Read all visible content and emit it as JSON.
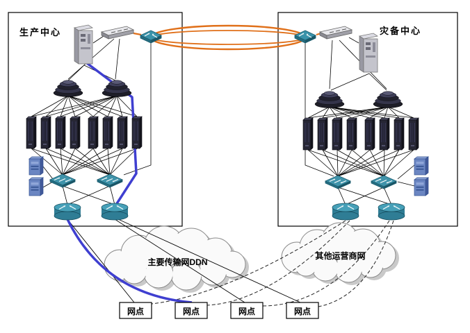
{
  "diagram": {
    "production_center": {
      "label": "生产中心"
    },
    "disaster_center": {
      "label": "灾备中心"
    },
    "clouds": {
      "ddn": {
        "label": "主要传输网DDN"
      },
      "other": {
        "label": "其他运营商网"
      }
    },
    "branches": [
      {
        "label": "网点"
      },
      {
        "label": "网点"
      },
      {
        "label": "网点"
      },
      {
        "label": "网点"
      }
    ],
    "icons": {
      "tape-library-icon": "grey-tower-cabinet",
      "core-switch-icon": "grey-3d-flat-box",
      "fiber-switch-icon": "teal-diamond-with-arrows",
      "disk-array-icon": "stacked-dark-disks",
      "server-icon": "dark-tower-server",
      "terminal-icon": "small-blue-cabinet",
      "access-switch-icon": "teal-flat-switch-arrows",
      "router-icon": "teal-cylinder-with-arrows",
      "fiber-ring-icon": "orange-double-ellipse-ring",
      "cloud-icon": "grey-outline-cloud"
    },
    "colors": {
      "ring": "#e0701a",
      "primary_link": "#3f3fd0",
      "line": "#000000",
      "cloud_fill": "#fafafa",
      "cloud_shadow": "#c9c9c9"
    }
  }
}
